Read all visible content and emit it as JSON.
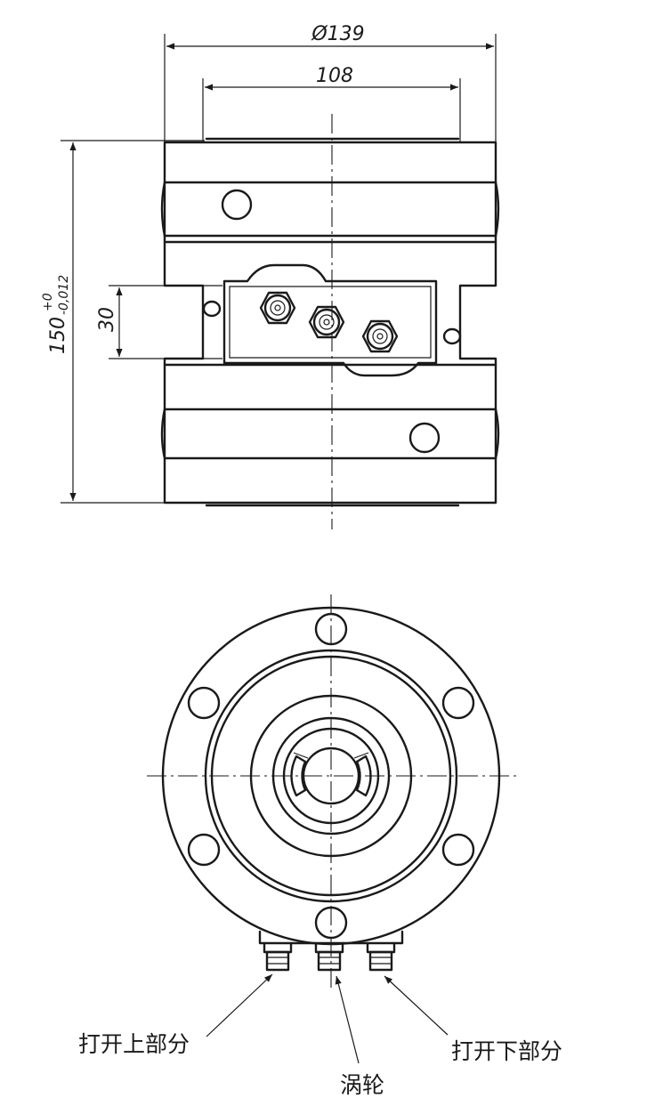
{
  "dimensions": {
    "outer_diameter": "Ø139",
    "inner_width": "108",
    "height_value": "150",
    "height_tol_upper": "+0",
    "height_tol_lower": "-0,012",
    "port_height": "30"
  },
  "callouts": {
    "open_upper": "打开上部分",
    "worm_gear": "涡轮",
    "open_lower": "打开下部分"
  }
}
